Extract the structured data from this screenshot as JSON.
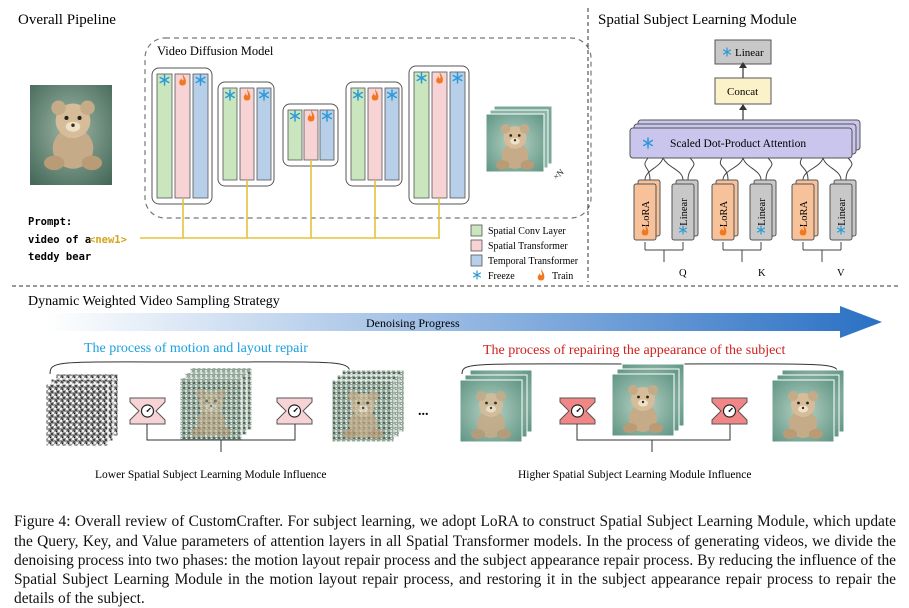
{
  "pipeline": {
    "title": "Overall Pipeline",
    "model_label": "Video Diffusion Model",
    "prompt_prefix": "Prompt:",
    "prompt_line2": "video of a",
    "prompt_token": "<new1>",
    "prompt_line3": "teddy bear",
    "repeat_label": "×N"
  },
  "legend": {
    "spatial_conv": "Spatial Conv Layer",
    "spatial_transformer": "Spatial Transformer",
    "temporal_transformer": "Temporal Transformer",
    "freeze": "Freeze",
    "train": "Train"
  },
  "module": {
    "title": "Spatial Subject Learning Module",
    "linear_top": "Linear",
    "concat": "Concat",
    "attention": "Scaled Dot-Product Attention",
    "lora": "LoRA",
    "linear": "Linear",
    "inputs": [
      "Q",
      "K",
      "V"
    ]
  },
  "sampling": {
    "title": "Dynamic Weighted Video Sampling Strategy",
    "progress_label": "Denoising Progress",
    "phase1": "The process of motion and layout repair",
    "phase2": "The process of repairing the appearance of the subject",
    "ellipsis": "...",
    "low_influence": "Lower Spatial Subject Learning Module Influence",
    "high_influence": "Higher Spatial Subject Learning Module Influence"
  },
  "colors": {
    "conv": "#c9e6bf",
    "spatial": "#f8d3d6",
    "temporal": "#b8cfea",
    "freeze": "#2c9ad6",
    "train": "#f07820",
    "attention": "#c9c5ec",
    "concat": "#fbf2c9",
    "lora": "#f7c29a",
    "linear": "#c8c8c8",
    "prompt_line": "#e6c23c",
    "phase1": "#1aa0e0",
    "phase2": "#d0201e",
    "arrow": "#2a70c4"
  },
  "caption": "Figure 4: Overall review of CustomCrafter. For subject learning, we adopt LoRA to construct Spatial Subject Learning Module, which update the Query, Key, and Value parameters of attention layers in all Spatial Transformer models. In the process of generating videos, we divide the denoising process into two phases: the motion layout repair process and the subject appearance repair process. By reducing the influence of the Spatial Subject Learning Module in the motion layout repair process, and restoring it in the subject appearance repair process to repair the details of the subject."
}
